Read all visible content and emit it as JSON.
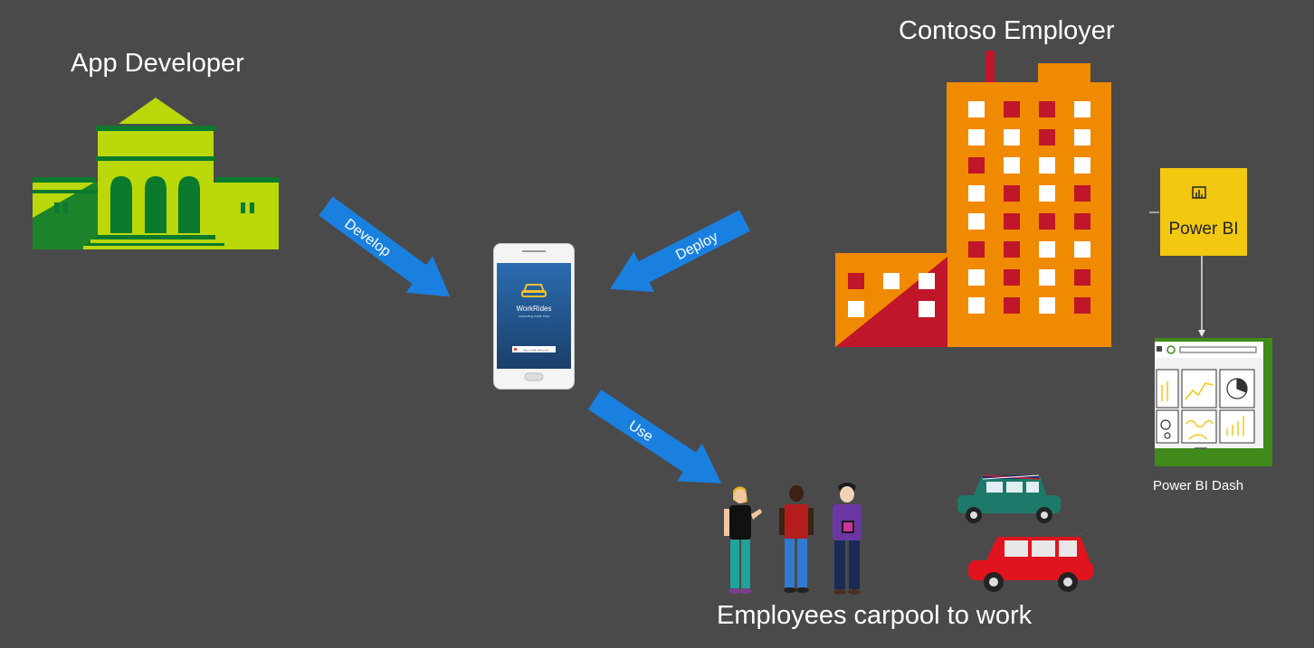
{
  "labels": {
    "app_developer": "App Developer",
    "contoso_employer": "Contoso Employer",
    "employees": "Employees carpool to work",
    "power_bi_dash": "Power BI Dash"
  },
  "arrows": {
    "develop": "Develop",
    "deploy": "Deploy",
    "use": "Use"
  },
  "phone": {
    "app_name": "WorkRides",
    "app_tagline": "carpooling made easy",
    "signin": "Sign in with Microsoft"
  },
  "power_bi": {
    "tile_label": "Power BI"
  },
  "icons": [
    "app-developer-building-icon",
    "contoso-building-icon",
    "phone-icon",
    "power-bi-icon",
    "dashboard-icon",
    "person-icon",
    "car-icon"
  ],
  "colors": {
    "background": "#4a4a4a",
    "developer_building": "#bad80a",
    "developer_accent": "#0b7a2e",
    "employer_building": "#f08a00",
    "employer_accent": "#c0162a",
    "arrow_blue": "#1a80e0",
    "power_bi_yellow": "#f2c811",
    "dashboard_green": "#3f8a1a"
  }
}
